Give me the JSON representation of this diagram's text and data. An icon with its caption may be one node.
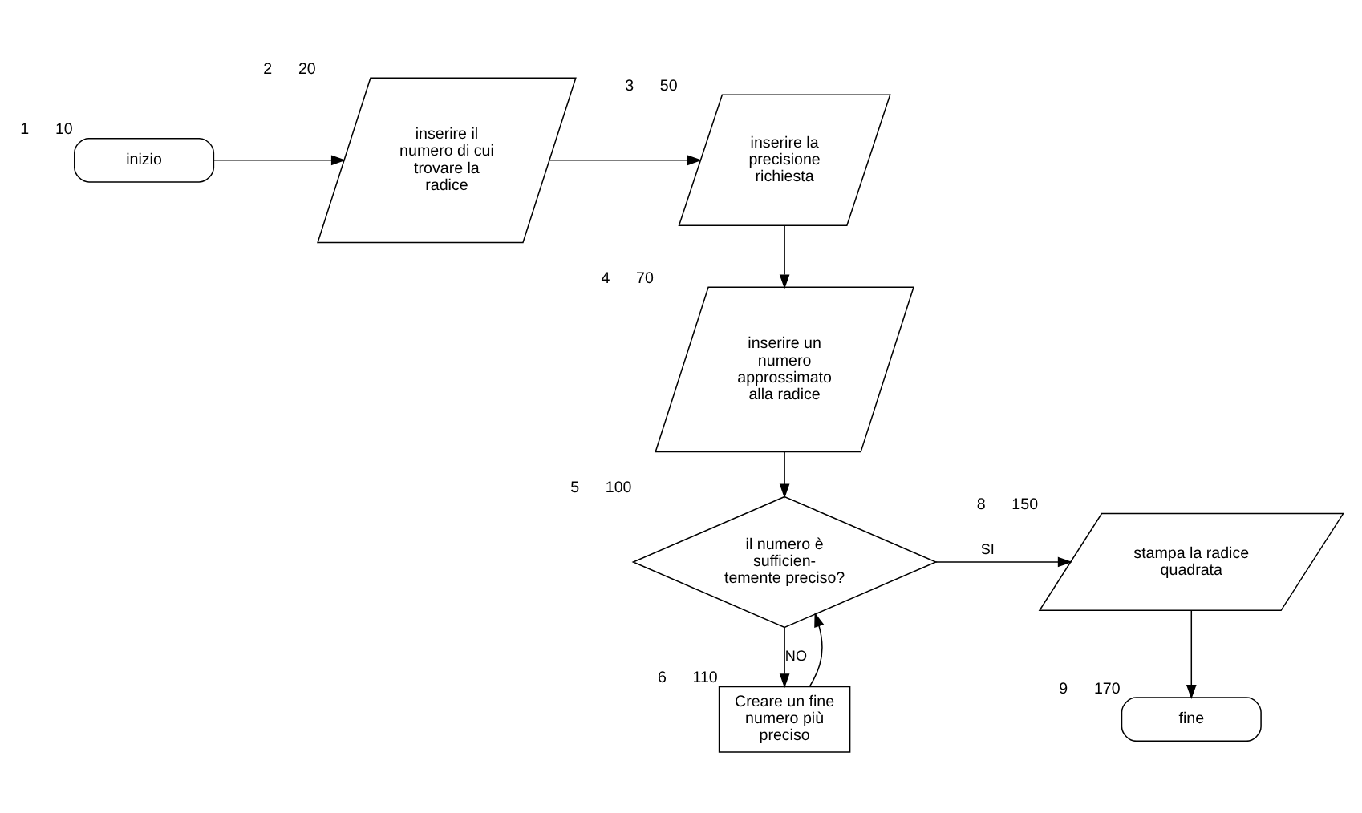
{
  "diagram": {
    "nodes": [
      {
        "text": [
          "inizio"
        ],
        "beside": [
          "1",
          "10"
        ]
      },
      {
        "text": [
          "inserire il numero di cui trovare la radice"
        ],
        "beside": [
          "2",
          "20"
        ]
      },
      {
        "text": [
          "inserire la precisione richiesta"
        ],
        "beside": [
          "3",
          "50"
        ]
      },
      {
        "text": [
          "inserire un numero approssimato alla radice"
        ],
        "beside": [
          "4",
          "70"
        ]
      },
      {
        "text": [
          "il numero è sufficien- temente preciso?"
        ],
        "beside": [
          "5",
          "100"
        ]
      },
      {
        "text": [
          "Creare un fine numero più preciso"
        ],
        "beside": [
          "6",
          "110"
        ]
      },
      {
        "text": [
          "stampa la radice quadrata"
        ],
        "beside": [
          "8",
          "150"
        ]
      },
      {
        "text": [
          "fine"
        ],
        "beside": [
          "9",
          "170"
        ]
      }
    ],
    "edges": [
      {
        "from": 0,
        "to": 1,
        "arrow": "to"
      },
      {
        "from": 1,
        "to": 2,
        "arrow": "to"
      },
      {
        "from": 2,
        "to": 3,
        "arrow": "to"
      },
      {
        "from": 3,
        "to": 4,
        "arrow": "to"
      },
      {
        "from": 4,
        "to": 6,
        "arrow": "to",
        "label": "SI"
      },
      {
        "from": 4,
        "to": 5,
        "arrow": "to",
        "label": "NO"
      },
      {
        "from": 5,
        "to": 4,
        "arrow": "to"
      },
      {
        "from": 6,
        "to": 7,
        "arrow": "to"
      }
    ]
  }
}
